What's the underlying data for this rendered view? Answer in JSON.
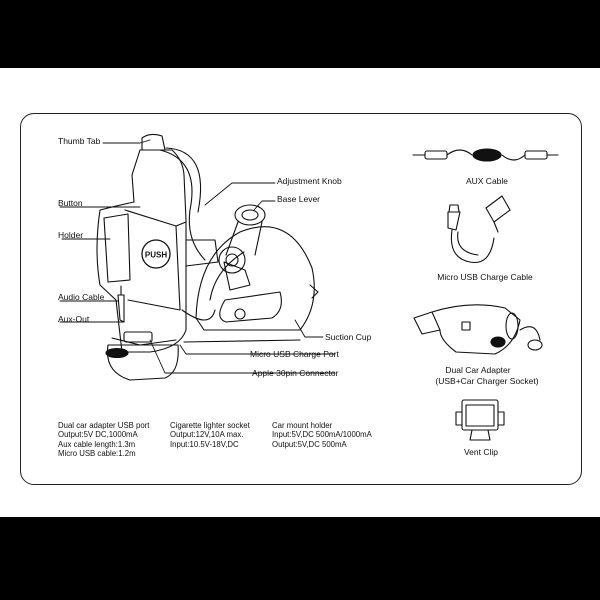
{
  "main_labels": {
    "thumb_tab": "Thumb Tab",
    "button": "Button",
    "holder": "Holder",
    "audio_cable": "Audio Cable",
    "aux_out": "Aux-Out",
    "adjustment_knob": "Adjustment Knob",
    "base_lever": "Base Lever",
    "suction_cup": "Suction Cup",
    "micro_usb_charge_port": "Micro USB Charge Port",
    "apple_30pin_connector": "Apple 30pin Connector",
    "push_button_text": "PUSH"
  },
  "accessories": {
    "aux_cable": "AUX Cable",
    "micro_usb_charge_cable": "Micro USB Charge Cable",
    "dual_car_adapter_line1": "Dual Car Adapter",
    "dual_car_adapter_line2": "(USB+Car Charger Socket)",
    "vent_clip": "Vent Clip"
  },
  "specs": {
    "col1": [
      "Dual car adapter USB port",
      "Output:5V DC,1000mA",
      "Aux cable length:1.3m",
      "Micro USB cable:1.2m"
    ],
    "col2": [
      "Cigarette lighter socket",
      "Output:12V,10A max.",
      "Input:10.5V-18V,DC"
    ],
    "col3": [
      "Car mount holder",
      "Input:5V,DC 500mA/1000mA",
      "Output:5V,DC 500mA"
    ]
  }
}
